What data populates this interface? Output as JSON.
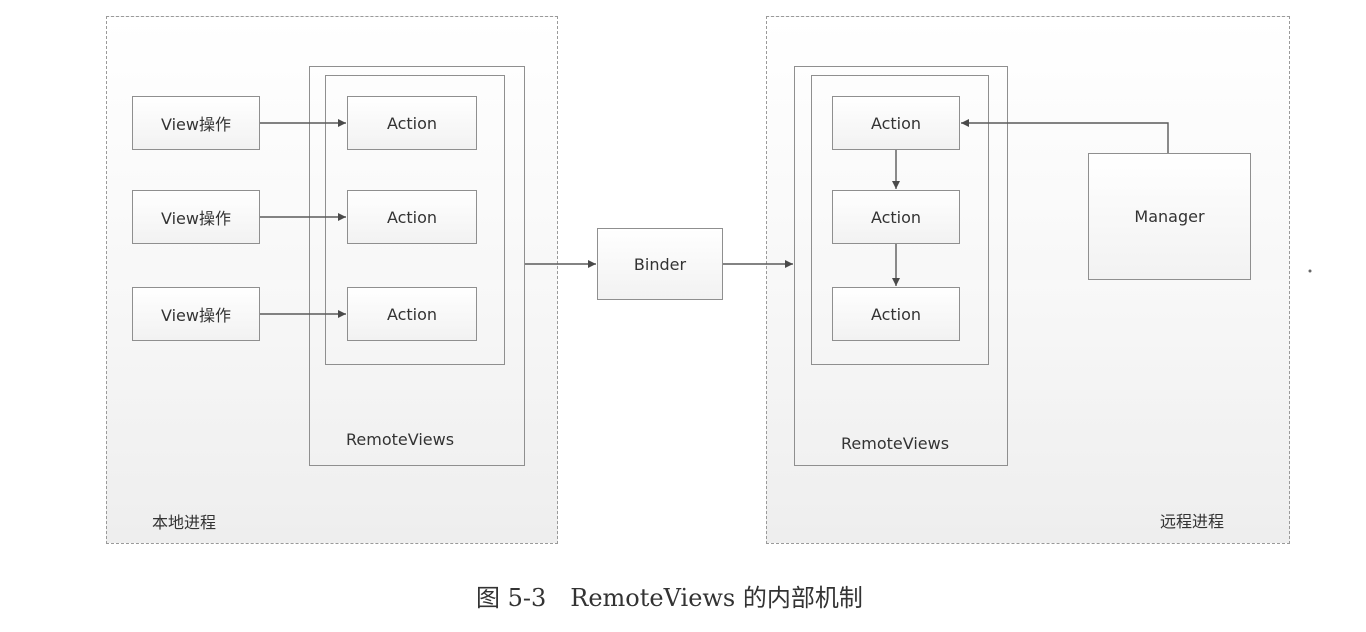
{
  "local_process": {
    "label": "本地进程",
    "view_ops": [
      "View操作",
      "View操作",
      "View操作"
    ],
    "actions": [
      "Action",
      "Action",
      "Action"
    ],
    "remoteviews_label": "RemoteViews"
  },
  "binder": {
    "label": "Binder"
  },
  "remote_process": {
    "label": "远程进程",
    "actions": [
      "Action",
      "Action",
      "Action"
    ],
    "remoteviews_label": "RemoteViews",
    "manager_label": "Manager"
  },
  "caption": "图 5-3　RemoteViews 的内部机制"
}
